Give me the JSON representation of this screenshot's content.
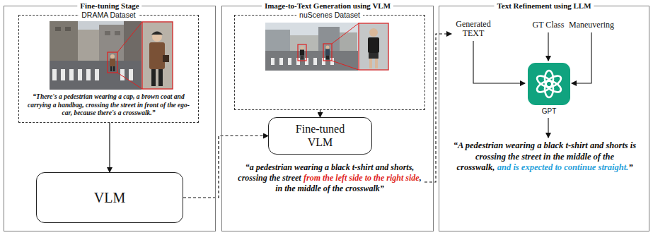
{
  "diagram": {
    "nodes": [
      {
        "text": [
          "Fine-tuning Stage"
        ]
      },
      {
        "text": [
          "DRAMA Dataset",
          "“There's a pedestrian wearing a cap, a brown coat and carrying a handbag, crossing the street in front of the ego-car, because there's a crosswalk.”"
        ],
        "in": 0
      },
      {
        "text": [
          "VLM"
        ],
        "in": 0
      },
      {
        "text": [
          "Image-to-Text Generation using VLM"
        ]
      },
      {
        "text": [
          "nuScenes Dataset"
        ],
        "in": 3
      },
      {
        "text": [
          "Fine-tuned VLM"
        ],
        "in": 3
      },
      {
        "text": [
          "Text Refinement using LLM"
        ]
      },
      {
        "text": [
          "GPT"
        ],
        "in": 6
      }
    ],
    "edges": [
      {
        "from": 1,
        "to": 2,
        "arrow": "to"
      },
      {
        "from": 4,
        "to": 5,
        "arrow": "to"
      },
      {
        "from": 2,
        "to": 5,
        "arrow": "to"
      }
    ],
    "labels": [
      "“a pedestrian wearing a black t-shirt and shorts, crossing the street",
      "from the left side to the right side",
      ", in the middle of the crosswalk”",
      "Generated TEXT",
      "GT Class",
      "Maneuvering",
      "“A pedestrian wearing a black t-shirt and shorts is crossing the street in the middle of the crosswalk,",
      "and is expected to continue straight.",
      "”"
    ]
  }
}
